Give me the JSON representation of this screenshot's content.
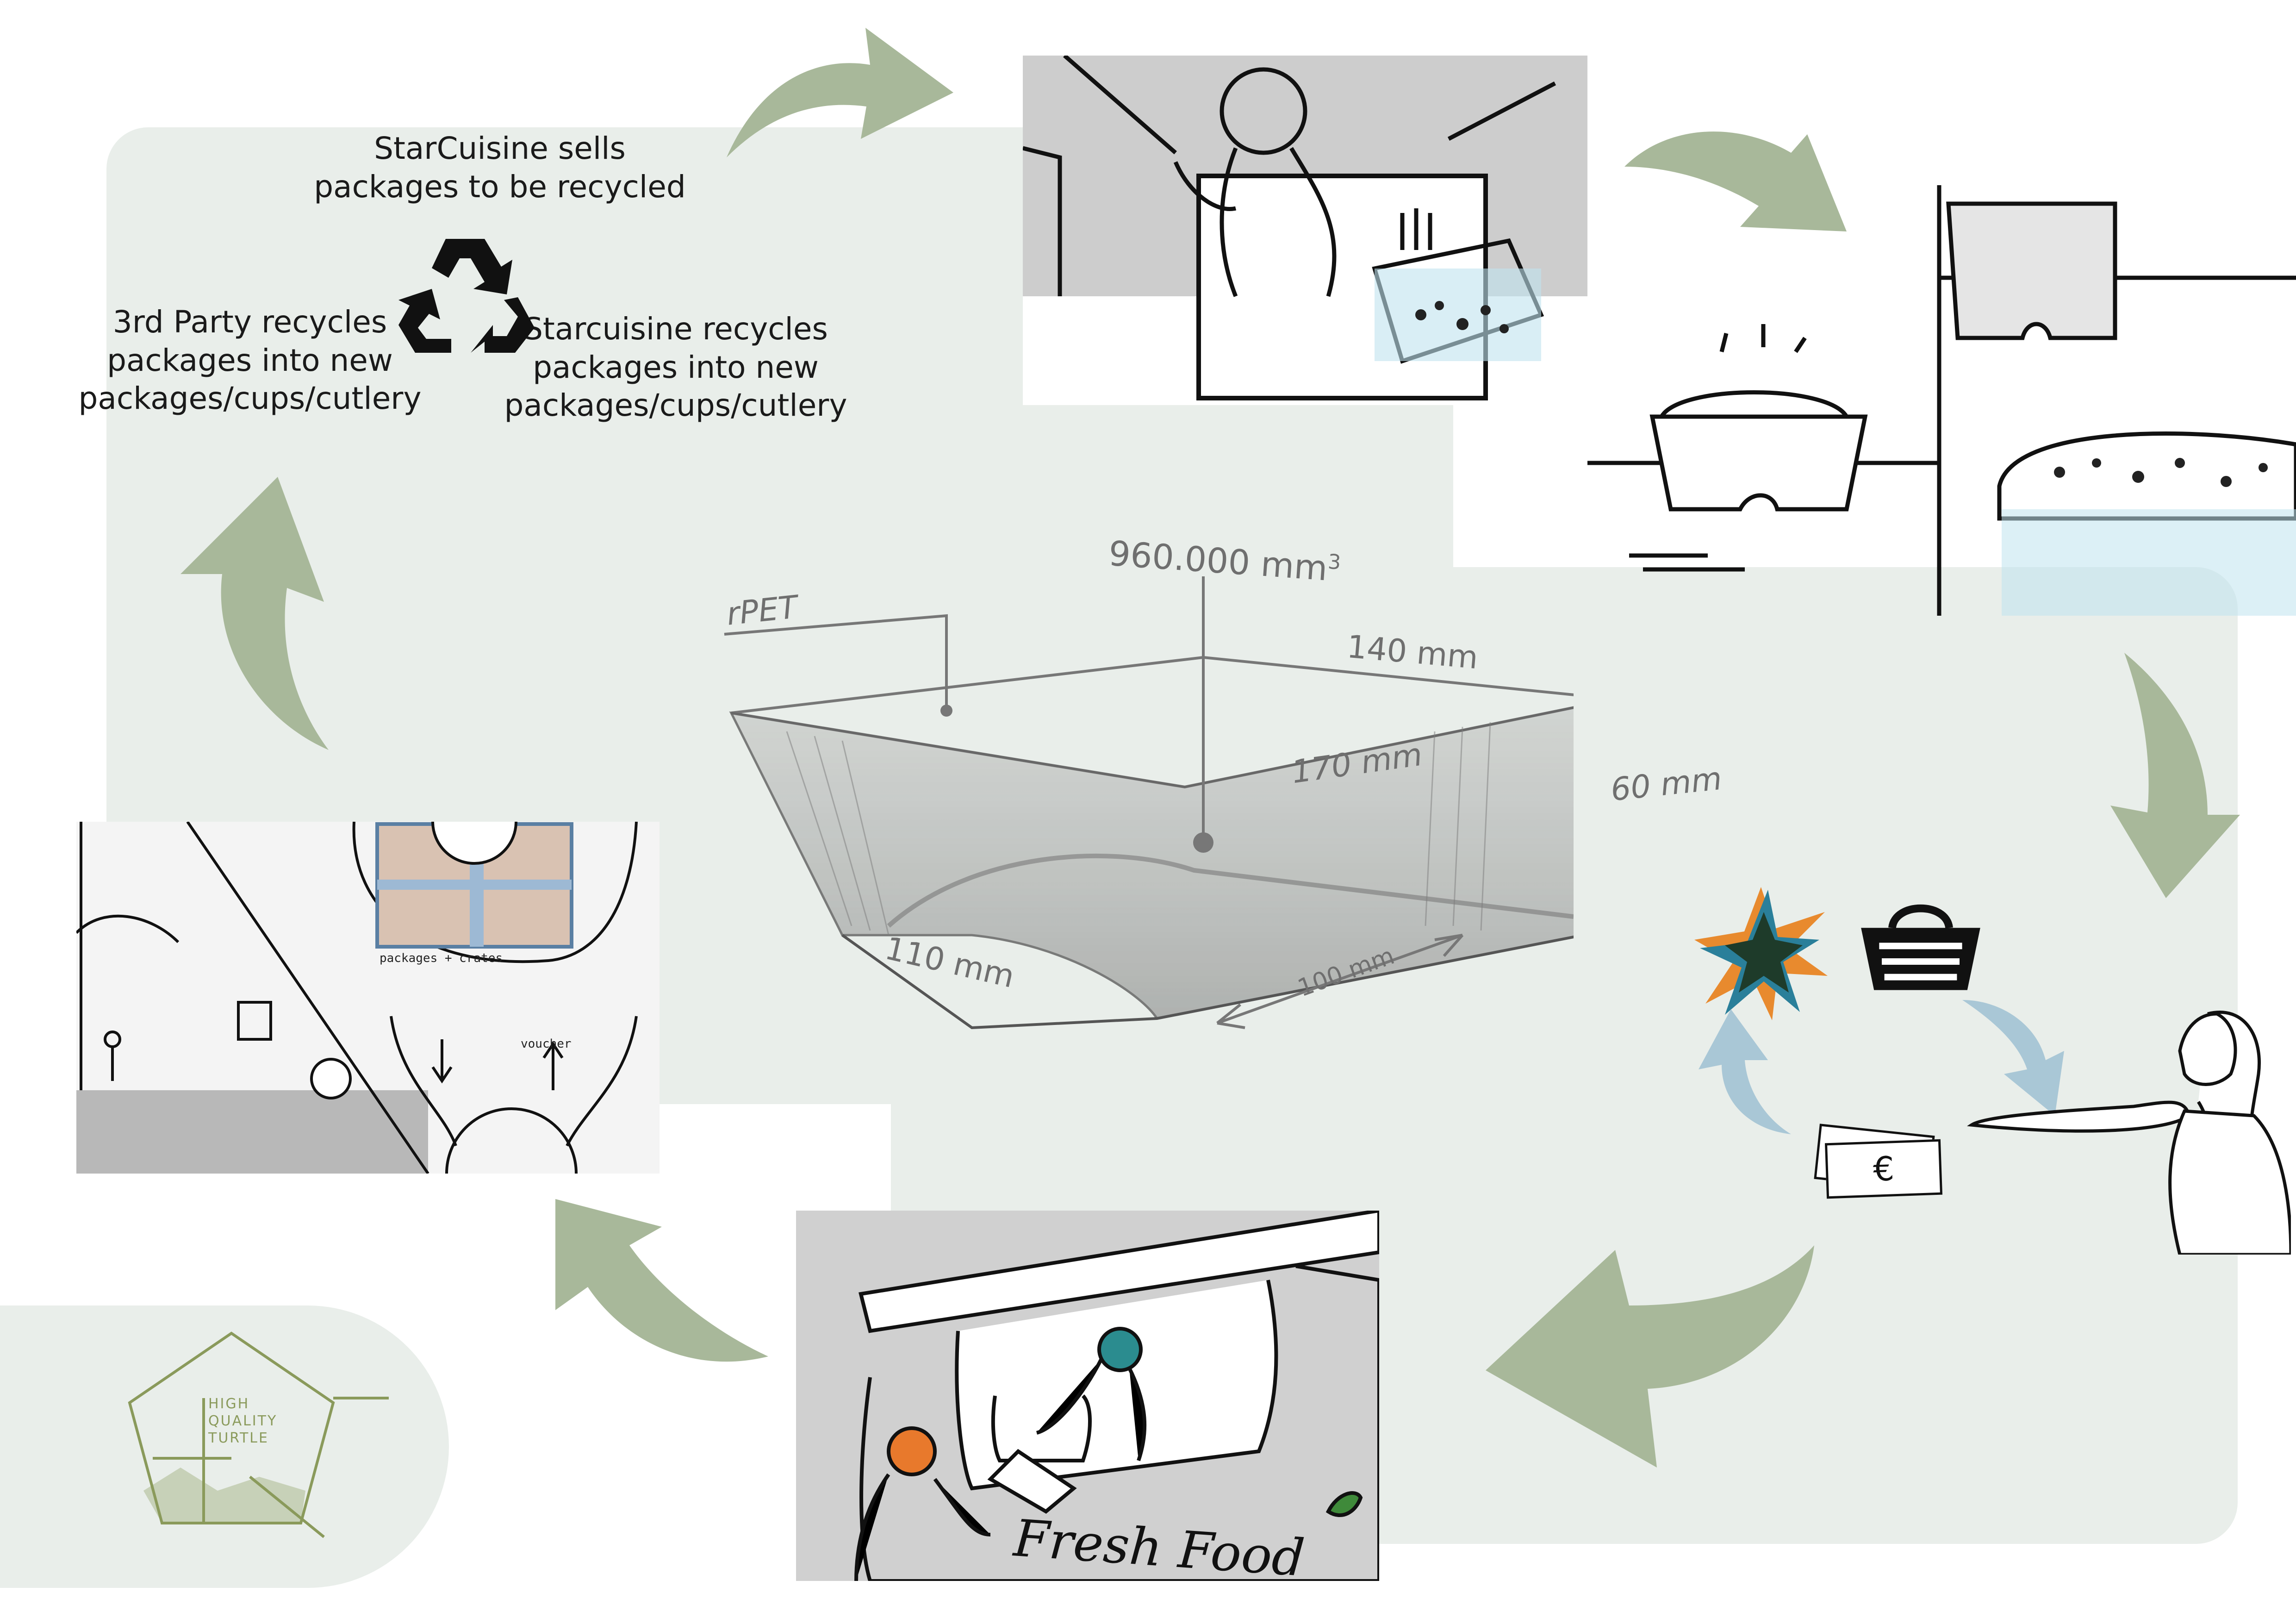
{
  "flow_texts": {
    "sells": "StarCuisine sells\npackages to be recycled",
    "third_party": "3rd Party recycles\npackages into new\npackages/cups/cutlery",
    "self_recycles": "Starcuisine recycles\npackages into new\npackages/cups/cutlery"
  },
  "package": {
    "material": "rPET",
    "volume": "960.000 mm",
    "volume_exp": "3",
    "top_width": "140 mm",
    "top_length": "170 mm",
    "height": "60 mm",
    "bottom_length": "110 mm",
    "bottom_width": "100 mm"
  },
  "sketch_station": {
    "caption_left": "packages + crates",
    "caption_right": "voucher"
  },
  "food_truck": {
    "sign": "Fresh Food"
  },
  "payment": {
    "currency_symbol": "€"
  },
  "logo": {
    "line1": "HIGH",
    "line2": "QUALITY",
    "line3": "TURTLE"
  },
  "colors": {
    "panel": "#e9eeea",
    "arrow_green": "#a8b89a",
    "arrow_blue": "#a9c7d6",
    "logo_green": "#8a9a5b",
    "star_orange": "#e88a2e",
    "star_teal": "#2a7f9a",
    "star_dark": "#1e3b2a"
  }
}
